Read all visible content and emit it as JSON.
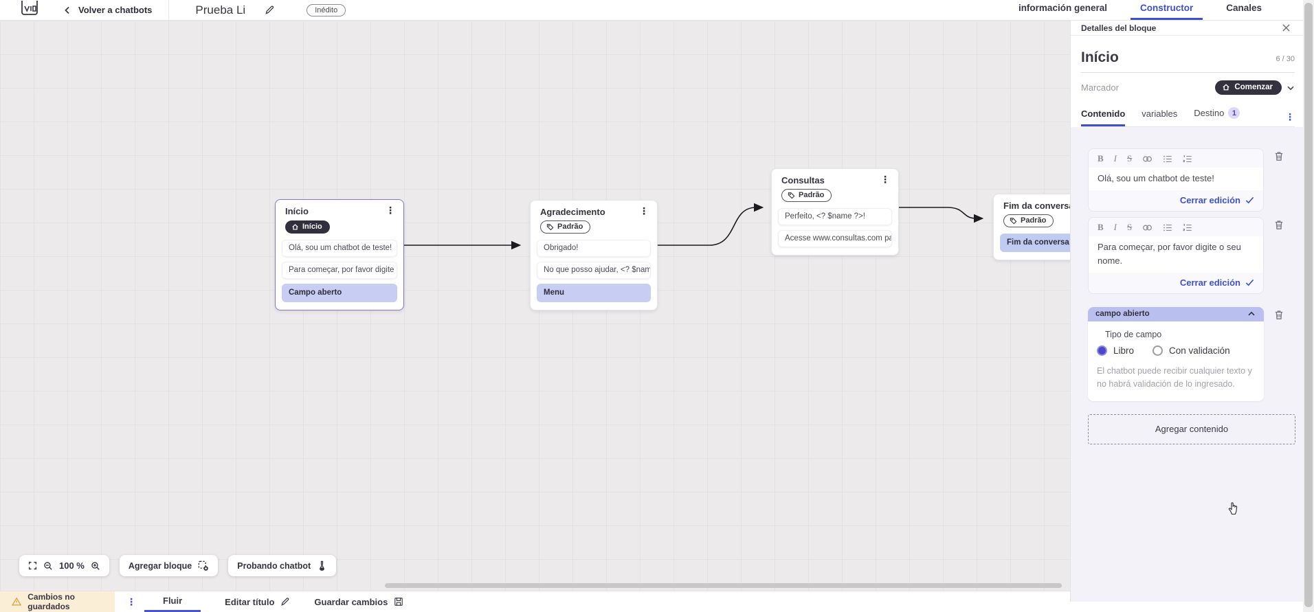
{
  "topbar": {
    "back": "Volver a chatbots",
    "title": "Prueba Li",
    "status": "Inédito",
    "tabs": [
      {
        "label": "información general",
        "active": false
      },
      {
        "label": "Constructor",
        "active": true
      },
      {
        "label": "Canales",
        "active": false
      }
    ]
  },
  "canvas": {
    "controls": {
      "zoom": "100 %",
      "add_block": "Agregar bloque",
      "test": "Probando chatbot"
    },
    "nodes": [
      {
        "title": "Início",
        "badge": "Início",
        "badge_icon": "home-icon",
        "selected": true,
        "items": [
          {
            "text": "Olá, sou um chatbot de teste!",
            "highlight": false
          },
          {
            "text": "Para começar, por favor digite o ...",
            "highlight": false
          },
          {
            "text": "Campo aberto",
            "highlight": true
          }
        ]
      },
      {
        "title": "Agradecimento",
        "badge": "Padrão",
        "badge_icon": "tag-icon",
        "selected": false,
        "items": [
          {
            "text": "Obrigado!",
            "highlight": false
          },
          {
            "text": "No que posso ajudar, <? $name ...",
            "highlight": false
          },
          {
            "text": "Menu",
            "highlight": true
          }
        ]
      },
      {
        "title": "Consultas",
        "badge": "Padrão",
        "badge_icon": "tag-icon",
        "selected": false,
        "items": [
          {
            "text": "Perfeito, <? $name ?>!",
            "highlight": false
          },
          {
            "text": "Acesse www.consultas.com par...",
            "highlight": false
          }
        ]
      },
      {
        "title": "Fim da conversa",
        "badge": "Padrão",
        "badge_icon": "tag-icon",
        "selected": false,
        "items": [
          {
            "text": "Fim da conversa",
            "highlight": true
          }
        ]
      }
    ]
  },
  "panel": {
    "header": "Detalles del bloque",
    "block_name": "Início",
    "counter": "6 / 30",
    "marker_label": "Marcador",
    "marker_value": "Comenzar",
    "tabs": [
      {
        "label": "Contenido",
        "active": true
      },
      {
        "label": "variables",
        "active": false
      },
      {
        "label": "Destino",
        "active": false,
        "badge": "1"
      }
    ],
    "editors": [
      {
        "text": "Olá, sou um chatbot de teste!",
        "close": "Cerrar edición"
      },
      {
        "text": "Para começar, por favor digite o seu nome.",
        "close": "Cerrar edición"
      }
    ],
    "open_field": {
      "header": "campo abierto",
      "type_label": "Tipo de campo",
      "option_free": "Libro",
      "option_validated": "Con validación",
      "selected_option": "Libro",
      "help": "El chatbot puede recibir cualquier texto y no habrá validación de lo ingresado."
    },
    "add_content": "Agregar contenido"
  },
  "bottombar": {
    "unsaved": "Cambios no guardados",
    "flow_tab": "Fluir",
    "edit_title": "Editar título",
    "save": "Guardar cambios"
  },
  "colors": {
    "accent": "#3c50ca",
    "dark_pill": "#312f3d",
    "highlight_lavender": "#c7cdf3",
    "openfield_header": "#b9c0ef",
    "unsaved_bg": "#fbeed6",
    "warning": "#dda23c",
    "canvas_bg": "#eceaeb"
  }
}
